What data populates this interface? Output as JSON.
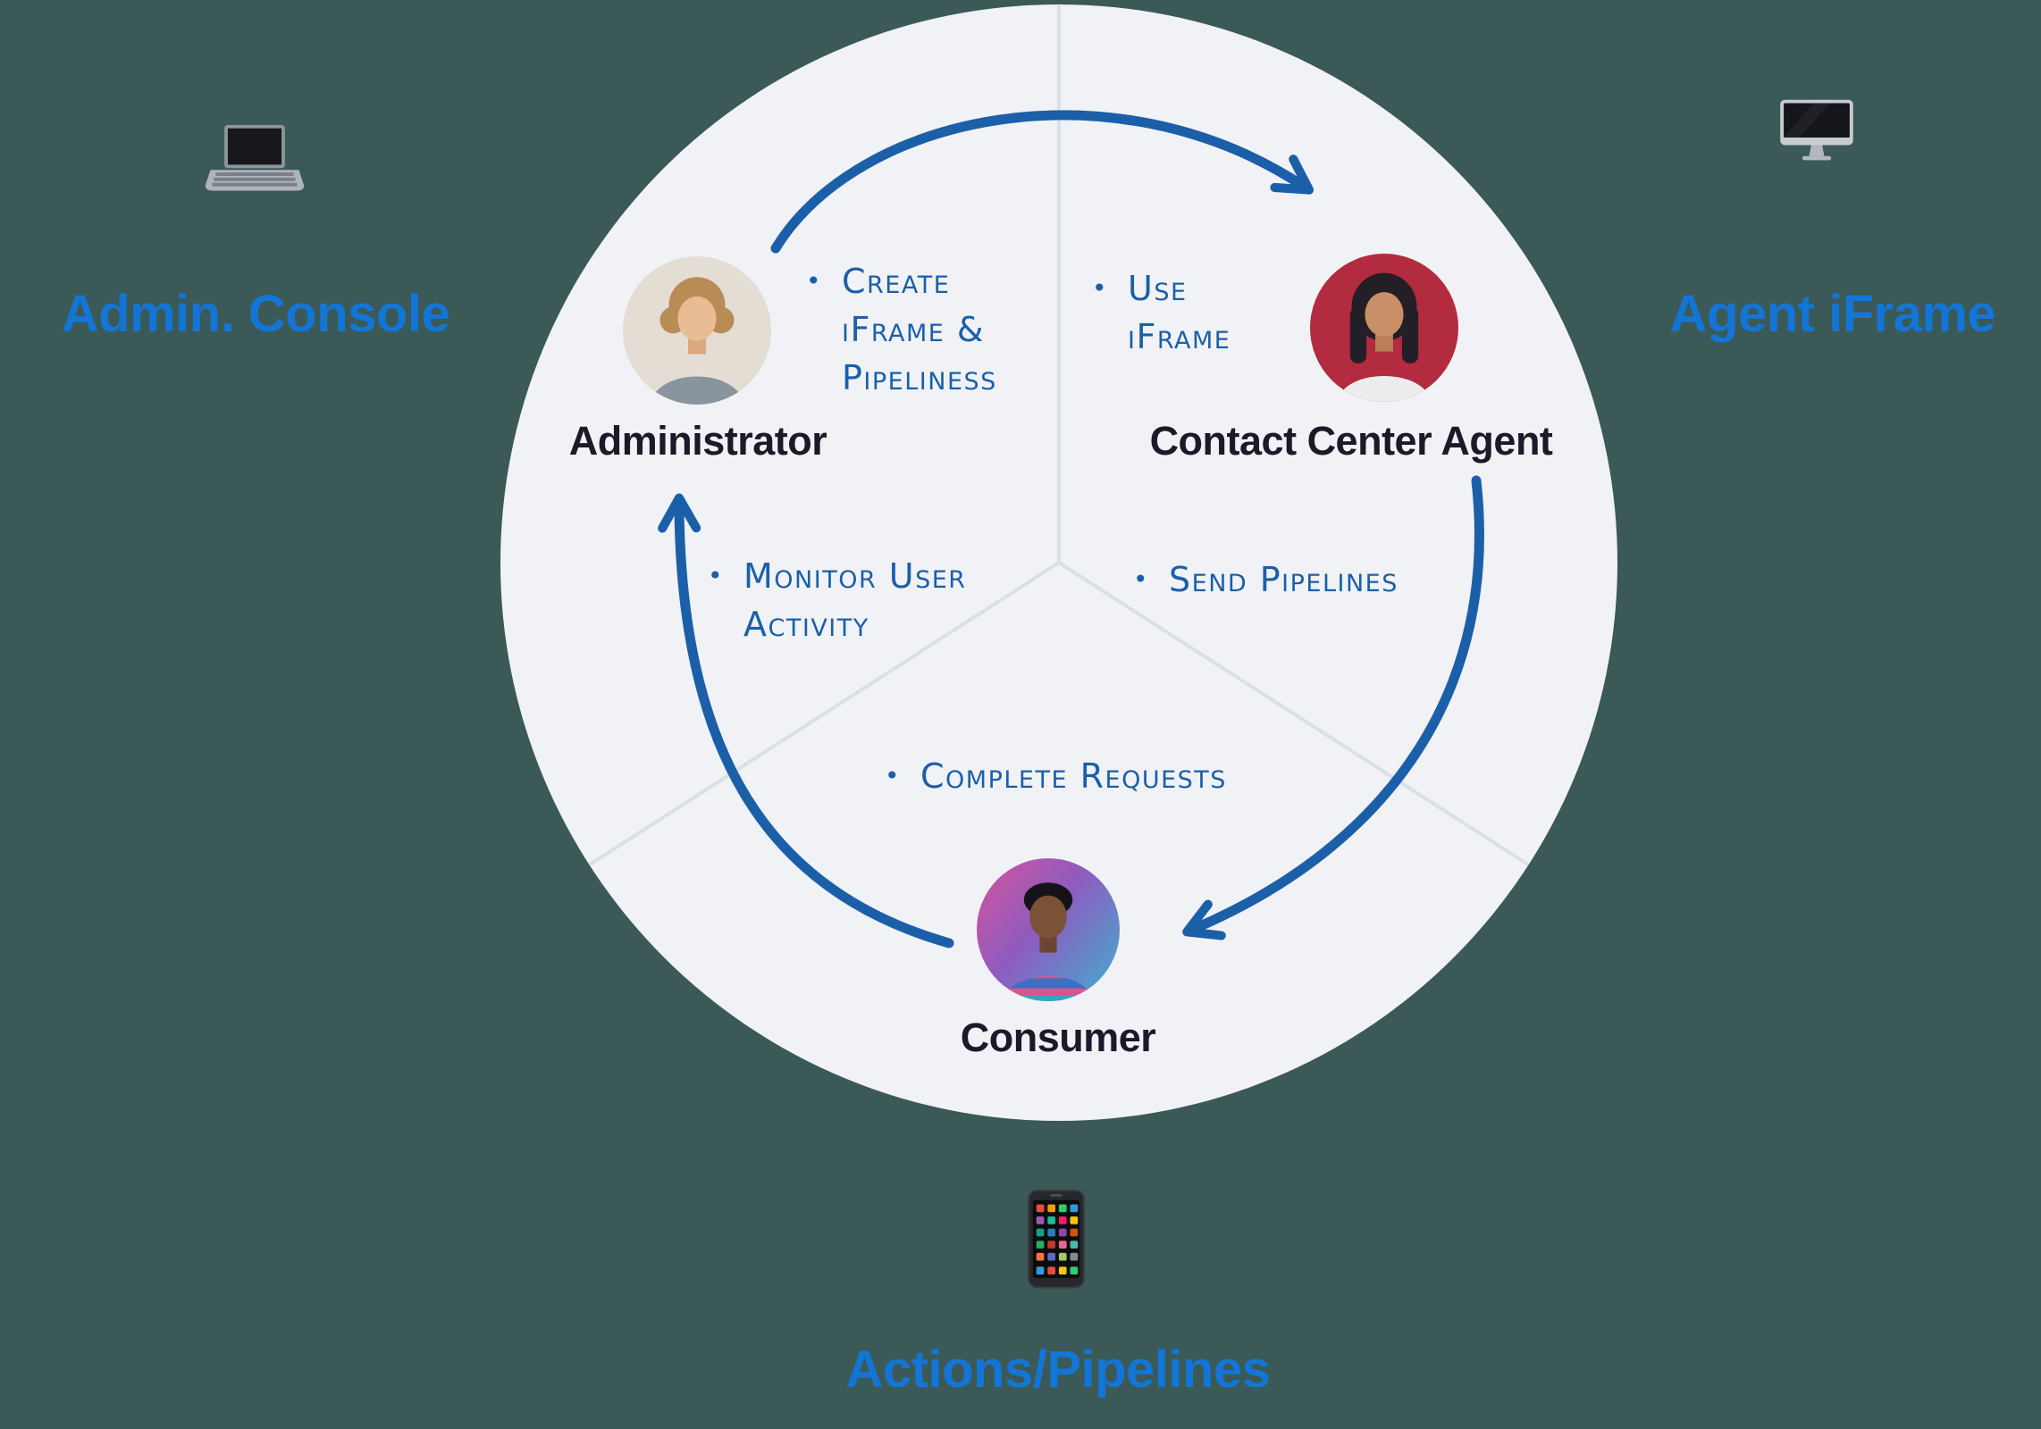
{
  "colors": {
    "background": "#3B5956",
    "circle_fill": "#F0F2F5",
    "spoke_gray": "#DBE0E7",
    "arrow_blue": "#1B5FA9",
    "outer_label_blue": "#1375D6",
    "role_text": "#1A1A28"
  },
  "outer_labels": {
    "admin_console": {
      "label": "Admin. Console",
      "icon": "laptop-icon"
    },
    "agent_iframe": {
      "label": "Agent iFrame",
      "icon": "desktop-monitor-icon"
    },
    "actions_pipelines": {
      "label": "Actions/Pipelines",
      "icon": "smartphone-icon"
    }
  },
  "roles": {
    "administrator": {
      "name": "Administrator"
    },
    "agent": {
      "name": "Contact Center Agent"
    },
    "consumer": {
      "name": "Consumer"
    }
  },
  "annotations": {
    "create_iframe": {
      "bullet": "•",
      "lines": [
        "Create",
        "iFrame &",
        "Pipeliness"
      ]
    },
    "use_iframe": {
      "bullet": "•",
      "lines": [
        "Use",
        "iFrame"
      ]
    },
    "send_pipelines": {
      "bullet": "•",
      "lines": [
        "Send Pipelines"
      ]
    },
    "monitor_activity": {
      "bullet": "•",
      "lines": [
        "Monitor User",
        "Activity"
      ]
    },
    "complete_requests": {
      "bullet": "•",
      "lines": [
        "Complete Requests"
      ]
    }
  }
}
